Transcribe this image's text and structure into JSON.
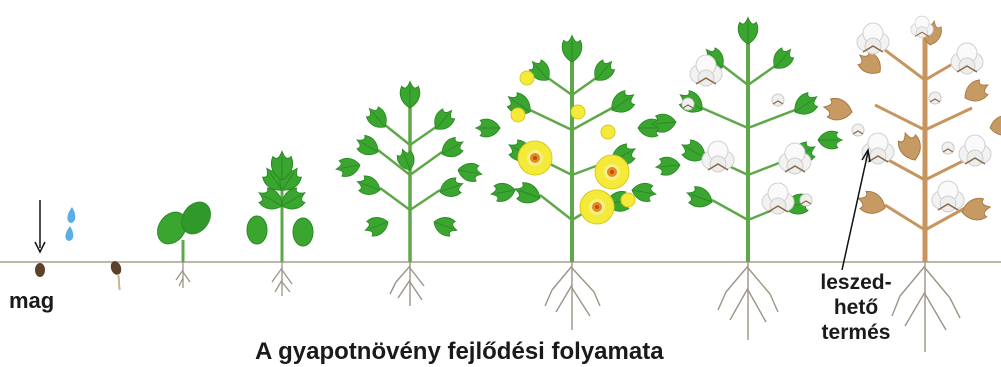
{
  "labels": {
    "seed": "mag",
    "harvestable_line1": "leszed-",
    "harvestable_line2": "hető",
    "harvestable_line3": "termés",
    "title": "A gyapotnövény fejlődési folyamata"
  },
  "stages": [
    {
      "id": "seed",
      "kind": "seed"
    },
    {
      "id": "germinating-seed",
      "kind": "germination"
    },
    {
      "id": "seedling",
      "kind": "cotyledons"
    },
    {
      "id": "young-plant",
      "kind": "young"
    },
    {
      "id": "growing-plant",
      "kind": "leafy"
    },
    {
      "id": "flowering-plant",
      "kind": "flowering"
    },
    {
      "id": "boll-opening-plant",
      "kind": "bolls"
    },
    {
      "id": "mature-plant",
      "kind": "mature"
    }
  ],
  "colors": {
    "ground": "#bdb8ae",
    "leaf": "#3aa52f",
    "leaf_dark": "#2b8a25",
    "stem": "#5fa84a",
    "root": "#9c9486",
    "flower": "#f4ea3a",
    "flower_center": "#e58a1e",
    "boll_fiber": "#f2f2f2",
    "dry_leaf": "#c89a63",
    "dry_stem": "#c8955e",
    "water": "#5aaee6",
    "seed": "#5b4228"
  }
}
